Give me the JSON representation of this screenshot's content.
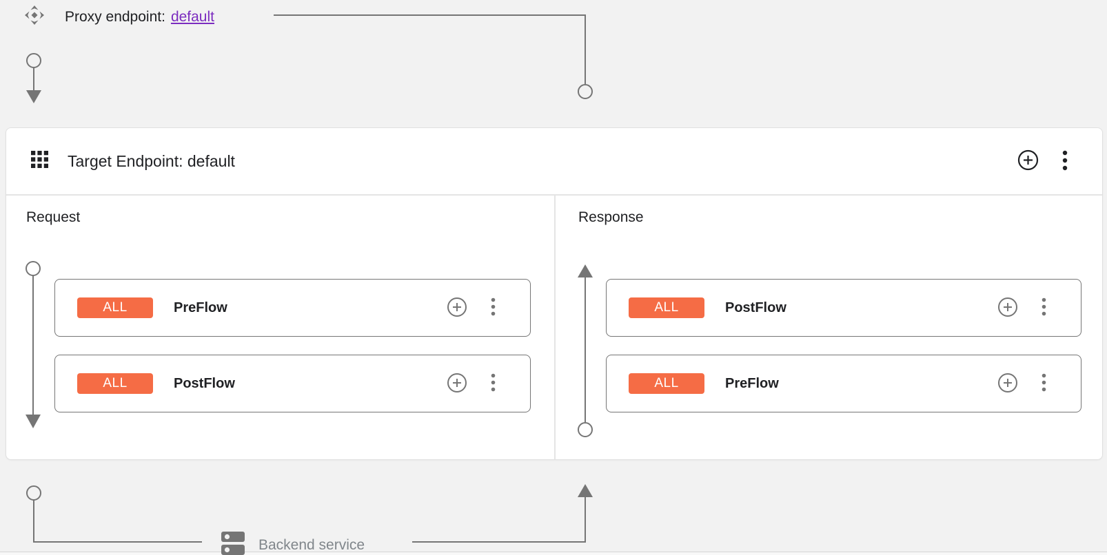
{
  "proxy_endpoint": {
    "label": "Proxy endpoint:",
    "link_text": "default"
  },
  "target_endpoint": {
    "title": "Target Endpoint: default"
  },
  "request_panel": {
    "title": "Request",
    "flows": [
      {
        "condition": "ALL",
        "name": "PreFlow"
      },
      {
        "condition": "ALL",
        "name": "PostFlow"
      }
    ]
  },
  "response_panel": {
    "title": "Response",
    "flows": [
      {
        "condition": "ALL",
        "name": "PostFlow"
      },
      {
        "condition": "ALL",
        "name": "PreFlow"
      }
    ]
  },
  "backend_service": {
    "label": "Backend service"
  },
  "icons": {
    "proxy_endpoint": "move-diamond-icon",
    "target_endpoint_header": "grid-3x3-icon",
    "add": "plus-circle-icon",
    "menu": "kebab-vertical-icon",
    "backend_service": "server-dns-icon"
  },
  "colors": {
    "canvas_background": "#f2f2f2",
    "card_background": "#ffffff",
    "condition_badge_orange": "#f56c45",
    "proxy_link_purple": "#7b2cbf",
    "connector_gray": "#757575",
    "divider_gray": "#e4e4e4",
    "backend_text_gray": "#80868b",
    "text_black": "#202124"
  }
}
